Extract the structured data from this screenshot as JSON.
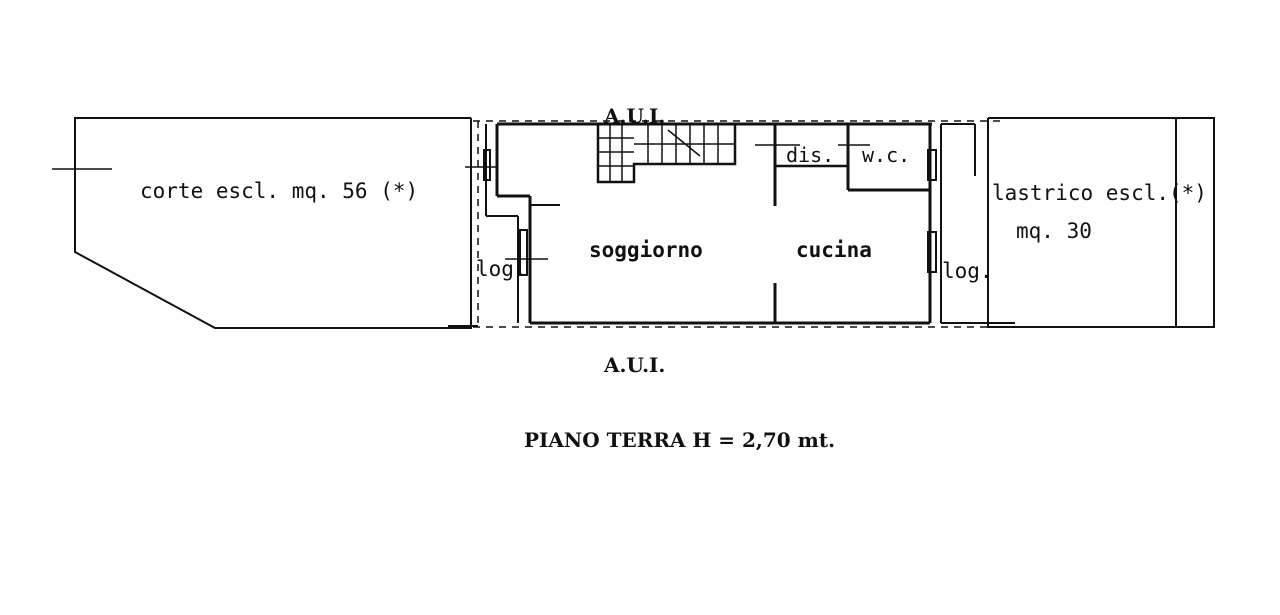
{
  "plan": {
    "labels": {
      "courtyard": "corte escl. mq. 56 (*)",
      "loggia_left": "log.",
      "living": "soggiorno",
      "kitchen": "cucina",
      "hall": "dis.",
      "wc": "w.c.",
      "loggia_right": "log.",
      "terrace_line1": "lastrico escl.(*)",
      "terrace_line2": "mq.  30",
      "aui_top": "A.U.I.",
      "aui_bottom": "A.U.I."
    },
    "caption": "PIANO TERRA H = 2,70 mt."
  }
}
